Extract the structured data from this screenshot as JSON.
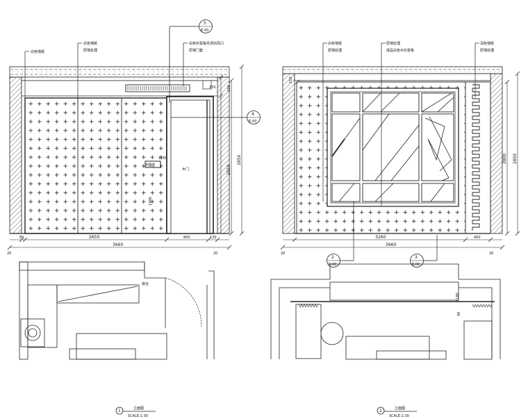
{
  "left_elevation": {
    "callouts": {
      "c1": "白色墙纸",
      "c2a": "白色墙纸",
      "c2b": "原墙处理",
      "c3a": "白色石膏板吊顶出风口",
      "c3b": "原墙门套"
    },
    "dims": {
      "top": "150",
      "r1": "150",
      "r2": "2550",
      "r3": "2850",
      "door_w": "1150",
      "switch_h": "1300",
      "b1": "80",
      "b2": "2650",
      "b3": "800",
      "b4": "130",
      "total": "3660",
      "end_l": "20",
      "end_r": "20"
    },
    "door_label": "木门",
    "panel_label": "E插座",
    "ref_top": {
      "num": "5",
      "sheet": "E-00"
    },
    "ref_right": {
      "num": "4",
      "sheet": "E-00"
    }
  },
  "right_elevation": {
    "callouts": {
      "c1a": "白色墙纸",
      "c1b": "原墙处理",
      "c2a": "原墙处理",
      "c2b": "成品白色木石膏板",
      "c3a": "深色墙纸",
      "c3b": "原墙处理"
    },
    "dims": {
      "top": "150",
      "r1": "2800",
      "r2": "2850",
      "b1": "3260",
      "b2": "400",
      "total": "3660",
      "end_l": "20",
      "end_r": "20"
    },
    "ref_bottom_left": {
      "num": "2",
      "sheet": "E-00"
    },
    "ref_bottom_right": {
      "num": "3",
      "sheet": "E-00"
    }
  },
  "plans": {
    "left_label": "窗台",
    "right_dim_a": "40",
    "right_dim_b": "1180"
  },
  "titles": {
    "left": {
      "num": "1",
      "name": "立面图",
      "scale": "SCALE:1:30"
    },
    "right": {
      "num": "2",
      "name": "立面图",
      "scale": "SCALE:1:30"
    }
  }
}
